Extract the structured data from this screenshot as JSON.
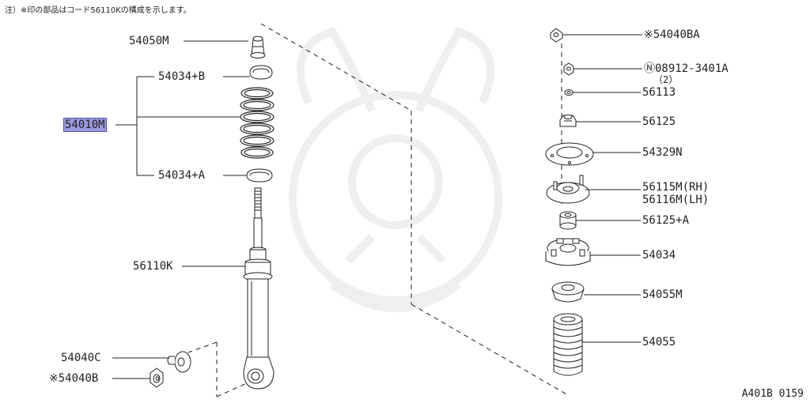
{
  "note": "注）※印の部品はコード56110Kの構成を示します。",
  "diagram_code": "A401B 0159",
  "highlight_color": "#9999dd",
  "labels": {
    "p54050M": "54050M",
    "p54034B": "54034+B",
    "p54010M": "54010M",
    "p54034A": "54034+A",
    "p56110K": "56110K",
    "p54040C": "54040C",
    "p54040B": "※54040B",
    "p54040BA": "※54040BA",
    "p08912": "Ⓝ08912-3401A",
    "p08912qty": "（2）",
    "p56113": "56113",
    "p56125": "56125",
    "p54329N": "54329N",
    "p56115M": "56115M(RH)",
    "p56116M": "56116M(LH)",
    "p56125A": "56125+A",
    "p54034": "54034",
    "p54055M": "54055M",
    "p54055": "54055"
  }
}
